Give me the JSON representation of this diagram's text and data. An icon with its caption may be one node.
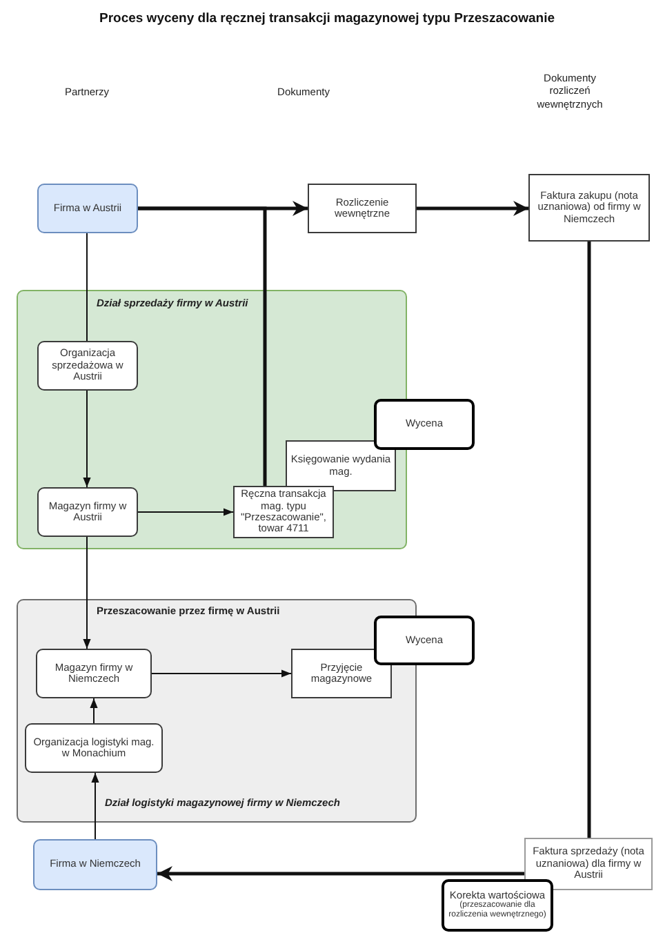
{
  "diagram": {
    "title": "Proces wyceny dla ręcznej transakcji magazynowej typu Przeszacowanie",
    "nodes": [
      {
        "text": [
          "Firma w Austrii"
        ]
      },
      {
        "text": [
          "Rozliczenie wewnętrzne"
        ]
      },
      {
        "text": [
          "Faktura zakupu (nota uznaniowa) od firmy w Niemczech"
        ]
      },
      {
        "text": [
          "Dział sprzedaży firmy w Austrii"
        ]
      },
      {
        "text": [
          "Organizacja sprzedażowa w Austrii"
        ],
        "in": 3
      },
      {
        "text": [
          "Wycena"
        ]
      },
      {
        "text": [
          "Księgowanie wydania mag."
        ],
        "in": 3
      },
      {
        "text": [
          "Magazyn firmy w Austrii"
        ],
        "in": 3
      },
      {
        "text": [
          "Ręczna transakcja mag. typu \"Przeszacowanie\", towar 4711"
        ],
        "in": 3
      },
      {
        "text": [
          "Przeszacowanie przez firmę w Austrii",
          "Dział logistyki magazynowej firmy w Niemczech"
        ]
      },
      {
        "text": [
          "Wycena"
        ]
      },
      {
        "text": [
          "Magazyn firmy w Niemczech"
        ],
        "in": 9
      },
      {
        "text": [
          "Przyjęcie magazynowe"
        ],
        "in": 9
      },
      {
        "text": [
          "Organizacja logistyki mag. w Monachium"
        ],
        "in": 9
      },
      {
        "text": [
          "Firma w Niemczech"
        ]
      },
      {
        "text": [
          "Faktura sprzedaży (nota uznaniowa) dla firmy w Austrii"
        ]
      },
      {
        "text": [
          "Korekta wartościowa",
          "(przeszacowanie dla rozliczenia wewnętrznego)"
        ]
      }
    ],
    "edges": [
      {
        "from": 0,
        "to": 1,
        "arrow": "to",
        "style": "thick"
      },
      {
        "from": 1,
        "to": 2,
        "arrow": "to",
        "style": "thick"
      },
      {
        "from": 0,
        "to": 8,
        "arrow": "none",
        "style": "thick"
      },
      {
        "from": 0,
        "to": 4,
        "arrow": "none"
      },
      {
        "from": 4,
        "to": 7,
        "arrow": "to"
      },
      {
        "from": 7,
        "to": 8,
        "arrow": "to"
      },
      {
        "from": 7,
        "to": 11,
        "arrow": "to"
      },
      {
        "from": 11,
        "to": 12,
        "arrow": "to"
      },
      {
        "from": 13,
        "to": 11,
        "arrow": "to"
      },
      {
        "from": 14,
        "to": 13,
        "arrow": "to"
      },
      {
        "from": 2,
        "to": 15,
        "arrow": "none",
        "style": "thick"
      },
      {
        "from": 15,
        "to": 14,
        "arrow": "to",
        "style": "thick"
      }
    ],
    "labels": [
      "Partnerzy",
      "Dokumenty",
      "Dokumenty rozliczeń wewnętrznych"
    ]
  }
}
